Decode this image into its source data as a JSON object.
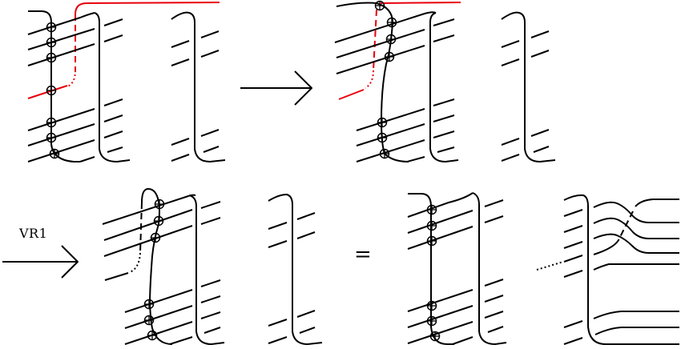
{
  "diagram": {
    "type": "virtual-knot-move-sequence",
    "colors": {
      "strand": "#000000",
      "highlight_strand": "#e8000b"
    },
    "labels": {
      "move_arrow_1": "",
      "move_arrow_2": "VR1",
      "equals": "="
    },
    "panels": [
      {
        "id": "row1-left",
        "description": "Vertical strand with 7 virtual crossings; red strand crossing at middle, loop to top"
      },
      {
        "id": "row1-middle",
        "description": "Red strand virtual crossing moved to top of vertical strand; 6 virtual crossings remain"
      },
      {
        "id": "row2-left",
        "description": "After VR1: red strand removed, dashed black arc behind; 6 virtual crossings"
      },
      {
        "id": "row2-right",
        "description": "Equivalent picture with strands straightened to the right"
      }
    ],
    "virtual_crossing_symbol": "circled-cross",
    "virtual_crossing_counts": {
      "row1-left": 7,
      "row1-middle": 7,
      "row2-left": 6,
      "row2-right": 6
    }
  }
}
